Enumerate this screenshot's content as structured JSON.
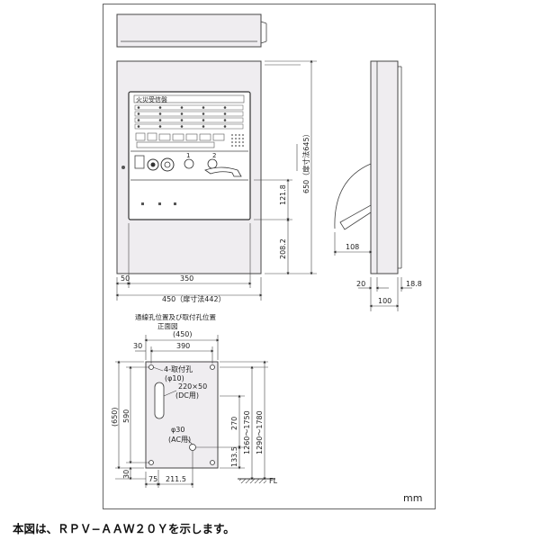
{
  "panel": {
    "label": "火災受信盤",
    "lamp1": "1",
    "lamp2": "2"
  },
  "front_view": {
    "dim_50": "50",
    "dim_350": "350",
    "dim_450": "450（扉寸法442）",
    "dim_650": "650（扉寸法645）",
    "dim_121_8": "121.8",
    "dim_208_2": "208.2"
  },
  "side_view": {
    "dim_108": "108",
    "dim_20": "20",
    "dim_100": "100",
    "dim_18_8": "18.8"
  },
  "mount_view": {
    "title_1": "通線孔位置及び取付孔位置",
    "title_2": "正面図",
    "dim_450": "(450)",
    "dim_30_top": "30",
    "dim_390": "390",
    "hole_label": "4-取付孔",
    "hole_dia": "(φ10)",
    "slot_label": "220×50",
    "slot_use": "(DC用)",
    "round_label": "φ30",
    "round_use": "(AC用)",
    "dim_650": "(650)",
    "dim_590": "590",
    "dim_30_bottom": "30",
    "dim_75": "75",
    "dim_211_5": "211.5",
    "dim_270": "270",
    "dim_133_5": "133.5",
    "dim_range1": "1260〜1750",
    "dim_range2": "1290〜1780",
    "fl": "FL"
  },
  "unit": "mm",
  "caption": "本図は、ＲＰＶ−ＡＡＷ２０Ｙを示します。",
  "colors": {
    "panel_fill": "#efedf0",
    "line": "#444444"
  }
}
